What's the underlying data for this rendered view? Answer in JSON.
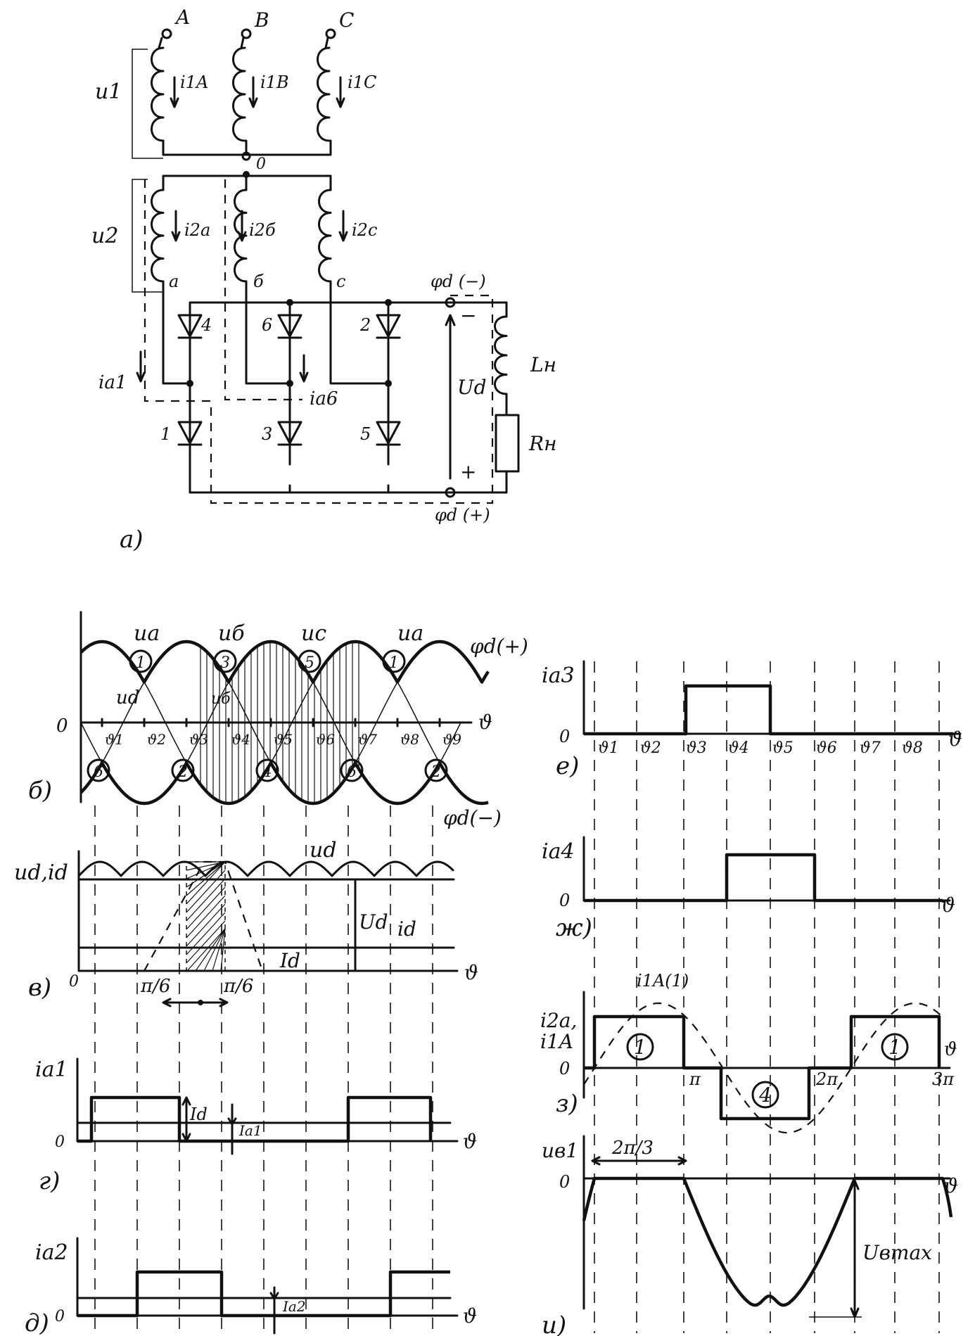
{
  "circuit": {
    "terminals": [
      "A",
      "B",
      "C"
    ],
    "primary_voltage": "u1",
    "primary_currents": [
      "i1A",
      "i1B",
      "i1C"
    ],
    "neutral": "0",
    "secondary_voltage": "u2",
    "secondary_currents": [
      "i2a",
      "i2б",
      "i2c"
    ],
    "secondary_ends": [
      "a",
      "б",
      "c"
    ],
    "diodes_top": [
      "4",
      "6",
      "2"
    ],
    "diodes_bottom": [
      "1",
      "3",
      "5"
    ],
    "valve_currents": [
      "ia1",
      "ia6"
    ],
    "load_inductance": "Lн",
    "load_resistance": "Rн",
    "output_voltage": "Ud",
    "pos_potential": "φd (+)",
    "neg_potential": "φd (−)",
    "plus_sign": "+",
    "minus_sign": "−",
    "caption": "a)"
  },
  "plot_b": {
    "caption": "б)",
    "zero": "0",
    "phase_labels": [
      "ua",
      "uб",
      "uc",
      "ua"
    ],
    "ud_label": "ud",
    "ub_label": "uб",
    "upper_env": "φd(+)",
    "lower_env": "φd(−)",
    "upper_numbers": [
      "1",
      "3",
      "5",
      "1"
    ],
    "lower_numbers": [
      "6",
      "2",
      "4",
      "6",
      "2"
    ],
    "theta_labels": [
      "ϑ1",
      "ϑ2",
      "ϑ3",
      "ϑ4",
      "ϑ5",
      "ϑ6",
      "ϑ7",
      "ϑ8",
      "ϑ9"
    ],
    "axis": "ϑ"
  },
  "plot_v": {
    "caption": "в)",
    "zero": "0",
    "ylabel": "ud,id",
    "ud_top": "ud",
    "Ud": "Ud",
    "id": "id",
    "Id": "Id",
    "pi6_left": "π/6",
    "pi6_right": "π/6",
    "axis": "ϑ"
  },
  "plot_g": {
    "caption": "г)",
    "ylabel": "ia1",
    "zero": "0",
    "Id": "Id",
    "Ia": "Ia1",
    "axis": "ϑ"
  },
  "plot_d": {
    "caption": "д)",
    "ylabel": "ia2",
    "zero": "0",
    "Ia": "Ia2",
    "axis": "ϑ"
  },
  "plot_e": {
    "caption": "е)",
    "ylabel": "ia3",
    "zero": "0",
    "axis": "ϑ",
    "theta_labels": [
      "ϑ1",
      "ϑ2",
      "ϑ3",
      "ϑ4",
      "ϑ5",
      "ϑ6",
      "ϑ7",
      "ϑ8"
    ]
  },
  "plot_zh": {
    "caption": "ж)",
    "ylabel": "ia4",
    "zero": "0",
    "axis": "ϑ"
  },
  "plot_z": {
    "caption": "з)",
    "ylabel1": "i2a,",
    "ylabel2": "i1A",
    "fund": "i1A(1)",
    "zero": "0",
    "pi": "π",
    "two_pi": "2π",
    "three_pi": "3π",
    "pos_num": "1",
    "neg_num": "4",
    "axis": "ϑ"
  },
  "plot_i": {
    "caption": "и)",
    "ylabel": "uв1",
    "zero": "0",
    "span": "2π/3",
    "max": "Uвmax",
    "axis": "ϑ"
  }
}
